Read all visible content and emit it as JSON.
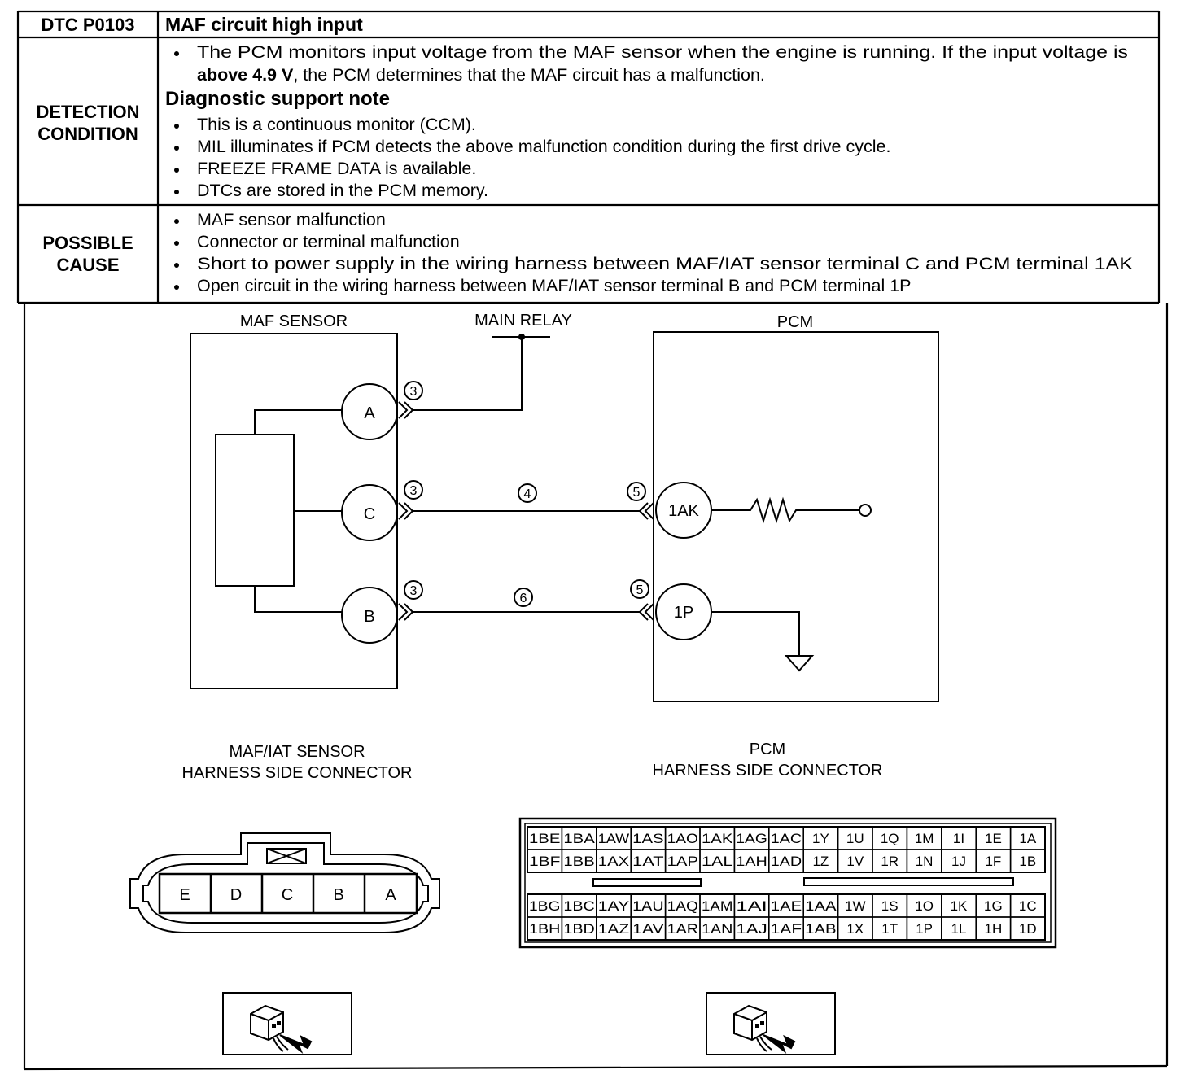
{
  "header": {
    "dtc_code": "DTC P0103",
    "dtc_title": "MAF circuit high input"
  },
  "detection": {
    "label_line1": "DETECTION",
    "label_line2": "CONDITION",
    "bullet1_line1": "The PCM monitors input voltage from the MAF sensor when the engine is running. If the input voltage is",
    "bullet1_line2_bold": "above 4.9 V",
    "bullet1_line2_rest": ", the PCM determines that the MAF circuit has a malfunction.",
    "support_heading": "Diagnostic support note",
    "support_notes": [
      "This is a continuous monitor (CCM).",
      "MIL illuminates if PCM detects the above malfunction condition during the first drive cycle.",
      "FREEZE FRAME DATA is available.",
      "DTCs are stored in the PCM memory."
    ]
  },
  "possible_cause": {
    "label_line1": "POSSIBLE",
    "label_line2": "CAUSE",
    "items": [
      "MAF sensor malfunction",
      "Connector or terminal malfunction",
      "Short to power supply in the wiring harness between MAF/IAT sensor terminal C and PCM terminal 1AK",
      "Open circuit in the wiring harness between MAF/IAT sensor terminal B and PCM terminal 1P"
    ]
  },
  "wiring": {
    "maf_sensor_label": "MAF SENSOR",
    "main_relay_label": "MAIN RELAY",
    "pcm_label": "PCM",
    "maf_terminals": [
      "A",
      "C",
      "B"
    ],
    "pcm_terminals": [
      "1AK",
      "1P"
    ],
    "maf_connector_mark": "3",
    "pcm_connector_mark": "5",
    "wire_c_mark": "4",
    "wire_b_mark": "6"
  },
  "maf_connector": {
    "title_line1": "MAF/IAT SENSOR",
    "title_line2": "HARNESS SIDE CONNECTOR",
    "pins": [
      "E",
      "D",
      "C",
      "B",
      "A"
    ]
  },
  "pcm_connector": {
    "title_line1": "PCM",
    "title_line2": "HARNESS SIDE CONNECTOR",
    "rows": [
      [
        "1BE",
        "1BA",
        "1AW",
        "1AS",
        "1AO",
        "1AK",
        "1AG",
        "1AC",
        "1Y",
        "1U",
        "1Q",
        "1M",
        "1I",
        "1E",
        "1A"
      ],
      [
        "1BF",
        "1BB",
        "1AX",
        "1AT",
        "1AP",
        "1AL",
        "1AH",
        "1AD",
        "1Z",
        "1V",
        "1R",
        "1N",
        "1J",
        "1F",
        "1B"
      ],
      [
        "1BG",
        "1BC",
        "1AY",
        "1AU",
        "1AQ",
        "1AM",
        "1AI",
        "1AE",
        "1AA",
        "1W",
        "1S",
        "1O",
        "1K",
        "1G",
        "1C"
      ],
      [
        "1BH",
        "1BD",
        "1AZ",
        "1AV",
        "1AR",
        "1AN",
        "1AJ",
        "1AF",
        "1AB",
        "1X",
        "1T",
        "1P",
        "1L",
        "1H",
        "1D"
      ]
    ]
  }
}
